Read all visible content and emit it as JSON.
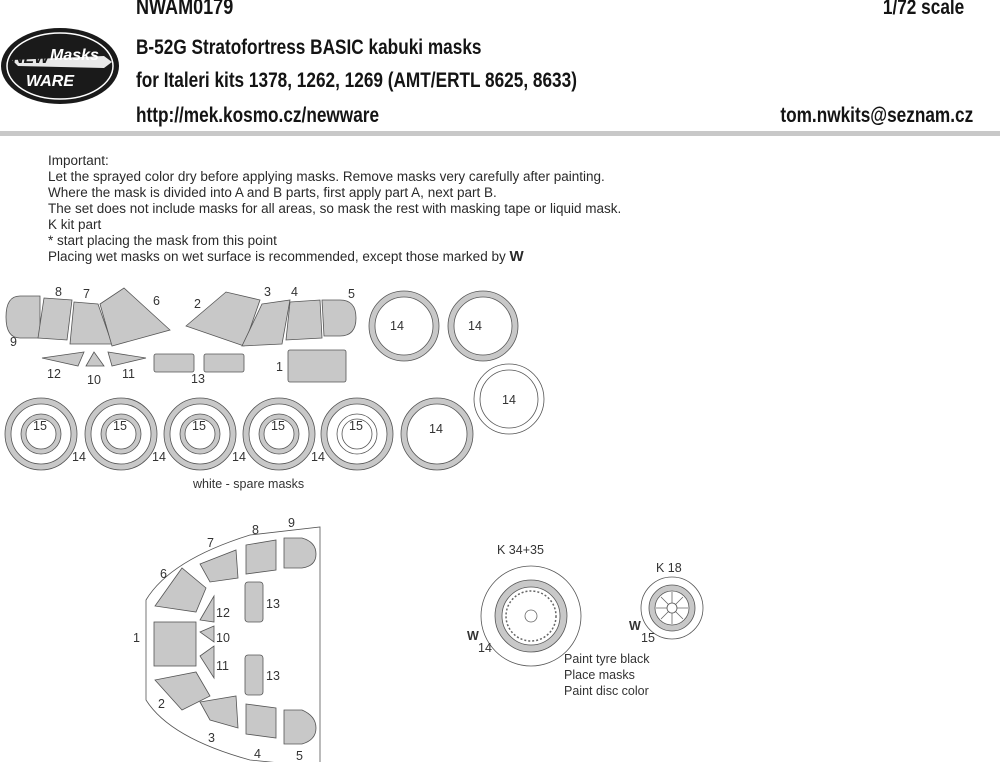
{
  "header": {
    "code": "NWAM0179",
    "scale": "1/72 scale",
    "title": "B-52G Stratofortress BASIC kabuki masks",
    "subtitle": "for Italeri kits 1378, 1262, 1269 (AMT/ERTL 8625, 8633)",
    "url": "http://mek.kosmo.cz/newware",
    "email": "tom.nwkits@seznam.cz"
  },
  "logo": {
    "line1": "NEW",
    "line2": "Masks",
    "line3": "WARE"
  },
  "notes": {
    "heading": "Important:",
    "lines": [
      "Let the sprayed color dry before applying masks. Remove masks very carefully after painting.",
      "Where the mask is divided into A and B parts, first apply part A, next part B.",
      "The set does not include masks for all areas, so mask the rest with masking tape or liquid mask.",
      "K kit part",
      "*  start placing the mask from this point",
      "Placing wet masks on wet surface is recommended, except those marked by"
    ],
    "w_mark": "W"
  },
  "labels": {
    "spare": "white - spare masks",
    "k_big": "K 34+35",
    "k_small": "K 18",
    "w": "W",
    "instructions": [
      "Paint tyre black",
      "Place masks",
      "Paint disc color"
    ]
  },
  "colors": {
    "mask": "#c8c8c8",
    "outline": "#555555",
    "rule": "#c8c8c8",
    "logo": "#1a1a1a"
  }
}
